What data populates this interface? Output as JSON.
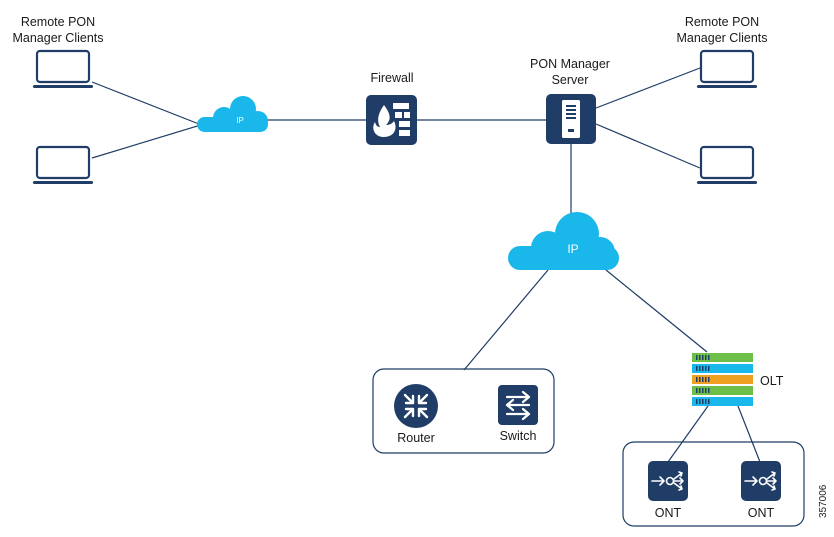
{
  "labels": {
    "remote_clients_left": [
      "Remote PON",
      "Manager Clients"
    ],
    "remote_clients_right": [
      "Remote PON",
      "Manager Clients"
    ],
    "firewall": "Firewall",
    "pon_server": [
      "PON Manager",
      "Server"
    ],
    "cloud_small": "IP",
    "cloud_large": "IP",
    "router": "Router",
    "switch": "Switch",
    "olt": "OLT",
    "ont_left": "ONT",
    "ont_right": "ONT",
    "figure_id": "357006"
  },
  "colors": {
    "dark_blue": "#1f3d66",
    "cloud_blue": "#1ab7ea",
    "line": "#1f3d66",
    "olt_green": "#6cc04a",
    "olt_blue": "#1ab7ea",
    "olt_orange": "#f0a020"
  },
  "icons": [
    "laptop-icon",
    "cloud-icon",
    "firewall-icon",
    "server-icon",
    "router-icon",
    "switch-icon",
    "olt-rack-icon",
    "ont-icon"
  ]
}
